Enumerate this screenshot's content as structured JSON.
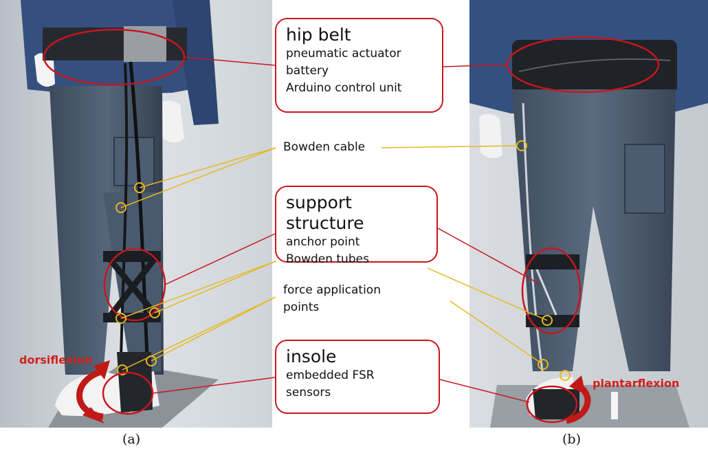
{
  "hip_belt": {
    "title": "hip belt",
    "items": [
      "pneumatic actuator",
      "battery",
      "Arduino control unit"
    ]
  },
  "bowden_cable": "Bowden cable",
  "support_structure": {
    "title": "support structure",
    "items": [
      "anchor point",
      "Bowden tubes"
    ]
  },
  "force_points": [
    "force application",
    "points"
  ],
  "insole": {
    "title": "insole",
    "items": [
      "embedded FSR",
      "sensors"
    ]
  },
  "motions": {
    "left": "dorsiflexion",
    "right": "plantarflexion"
  },
  "captions": {
    "a": "(a)",
    "b": "(b)"
  },
  "colors": {
    "callout_red": "#c8161d",
    "leader_yellow": "#e8b820",
    "motion_red": "#d0211c"
  }
}
